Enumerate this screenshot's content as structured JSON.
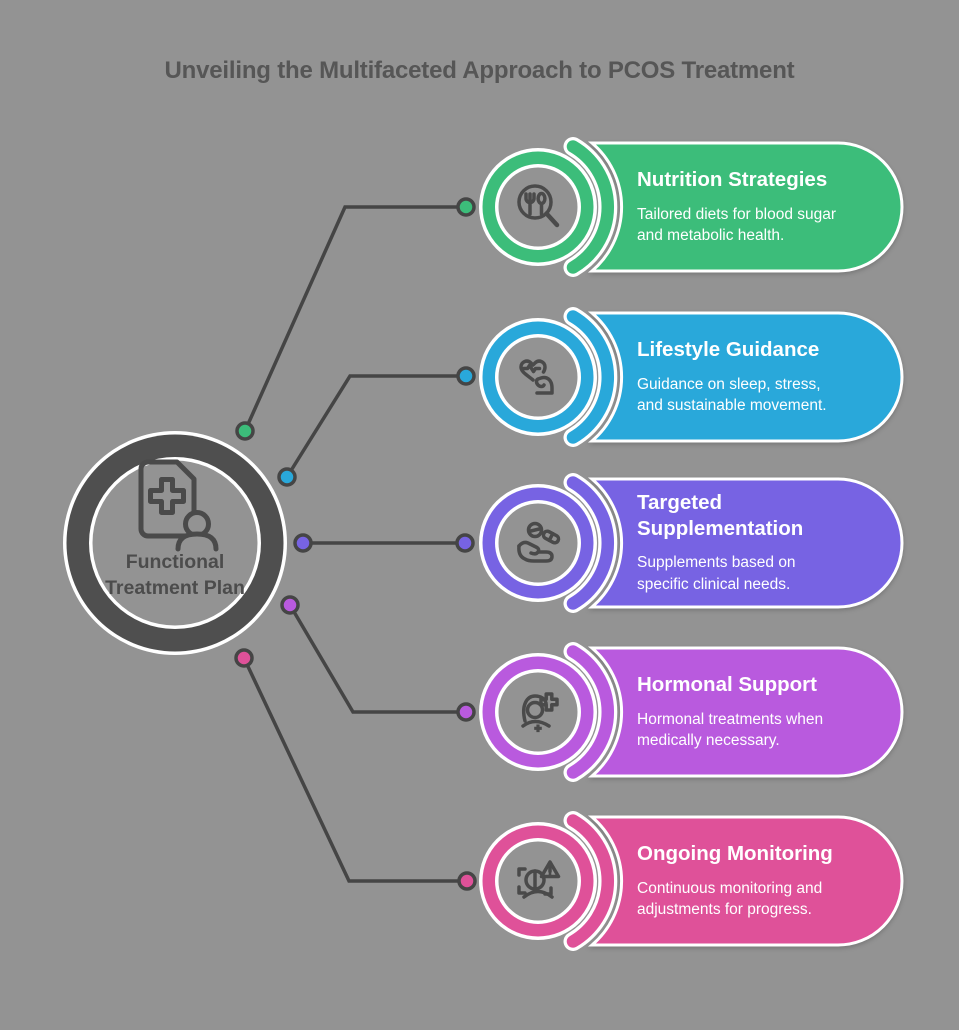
{
  "title": "Unveiling the Multifaceted Approach to PCOS Treatment",
  "center": {
    "label": "Functional\nTreatment Plan",
    "icon": "treatment-plan-icon"
  },
  "colors": {
    "background": "#939393",
    "connector_line": "#454545",
    "hub_ring": "#4f4f4f",
    "icon_stroke": "#4a4a4a",
    "title_text": "#565656",
    "pill_text": "#ffffff",
    "green": "#3cbd7a",
    "blue": "#29a8da",
    "purple": "#7763e3",
    "magenta": "#b95ade",
    "pink": "#df5199"
  },
  "items": [
    {
      "title": "Nutrition Strategies",
      "description": "Tailored diets for blood sugar\nand metabolic health.",
      "color": "#3cbd7a",
      "icon": "food-magnifier-icon"
    },
    {
      "title": "Lifestyle Guidance",
      "description": "Guidance on sleep, stress,\nand sustainable movement.",
      "color": "#29a8da",
      "icon": "heart-fitness-icon"
    },
    {
      "title": "Targeted\nSupplementation",
      "description": "Supplements based on\nspecific clinical needs.",
      "color": "#7763e3",
      "icon": "hand-supplements-icon"
    },
    {
      "title": "Hormonal Support",
      "description": "Hormonal treatments when\nmedically necessary.",
      "color": "#b95ade",
      "icon": "female-medical-icon"
    },
    {
      "title": "Ongoing Monitoring",
      "description": "Continuous monitoring and\nadjustments for progress.",
      "color": "#df5199",
      "icon": "monitoring-alert-icon"
    }
  ]
}
